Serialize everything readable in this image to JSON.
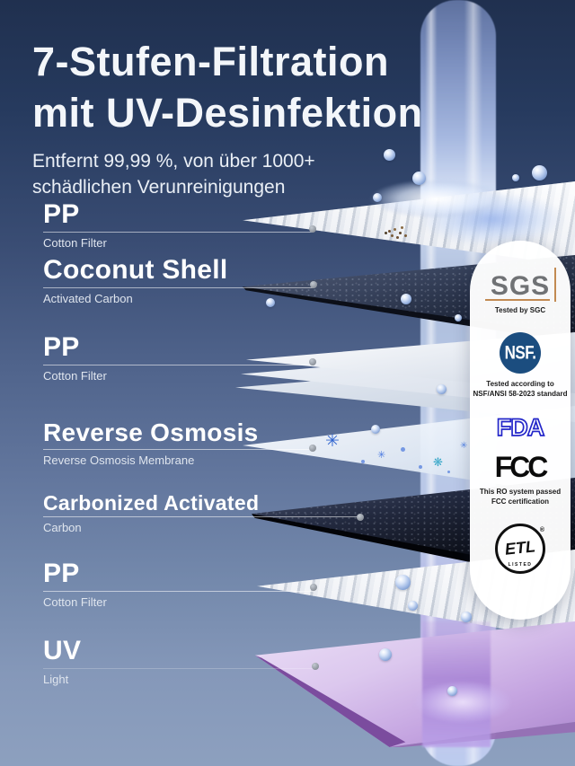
{
  "header": {
    "title_line1": "7-Stufen-Filtration",
    "title_line2": "mit UV-Desinfektion",
    "subtitle_line1": "Entfernt 99,99 %, von über 1000+",
    "subtitle_line2": "schädlichen Verunreinigungen"
  },
  "stages": [
    {
      "name": "PP",
      "detail": "Cotton Filter"
    },
    {
      "name": "Coconut Shell",
      "detail": "Activated Carbon"
    },
    {
      "name": "PP",
      "detail": "Cotton Filter"
    },
    {
      "name": "Reverse Osmosis",
      "detail": "Reverse Osmosis Membrane"
    },
    {
      "name": "Carbonized Activated",
      "detail": "Carbon"
    },
    {
      "name": "PP",
      "detail": "Cotton Filter"
    },
    {
      "name": "UV",
      "detail": "Light"
    }
  ],
  "certifications": {
    "sgs": {
      "logo": "SGS",
      "caption": "Tested by SGC"
    },
    "nsf": {
      "logo": "NSF.",
      "caption_line1": "Tested according to",
      "caption_line2": "NSF/ANSI 58-2023 standard"
    },
    "fda": {
      "logo": "FDA"
    },
    "fcc": {
      "logo": "FCC",
      "caption_line1": "This RO system passed",
      "caption_line2": "FCC certification"
    },
    "etl": {
      "logo": "ETL",
      "listed": "LISTED",
      "registered": "®"
    }
  },
  "colors": {
    "background_top": "#20304f",
    "background_bottom": "#8da0bf",
    "title_text": "#f3f6fa",
    "nsf_blue": "#1b4d7f",
    "fda_blue": "#2326c9",
    "sgs_gray": "#707275",
    "sgs_accent": "#c28a52",
    "uv_purple": "#c5a5e1",
    "carbon_dark": "#10141f",
    "water_blue": "#c8d8f5"
  }
}
